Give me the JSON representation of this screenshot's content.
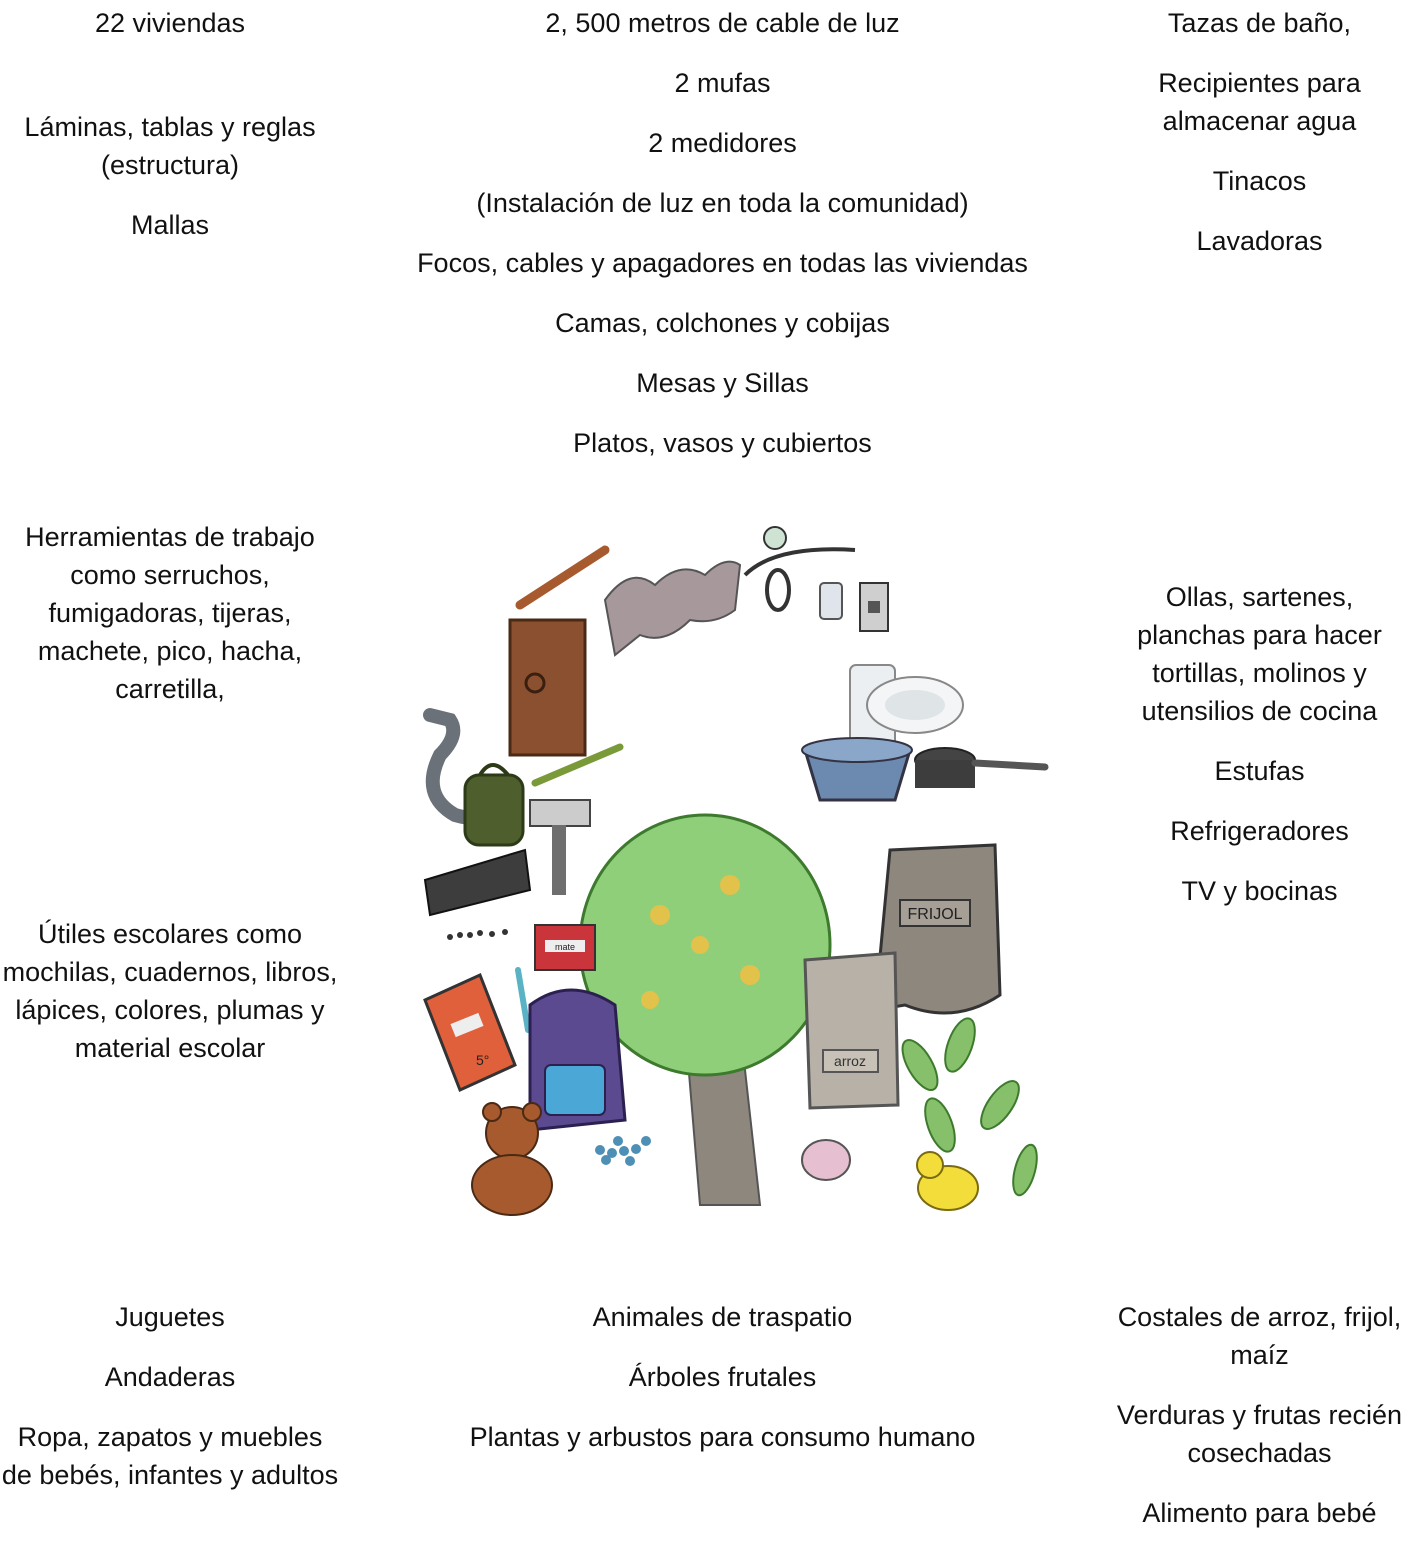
{
  "left_top": [
    "22 viviendas",
    "Láminas, tablas y reglas (estructura)",
    "Mallas"
  ],
  "mid_top": [
    "2, 500 metros de cable de luz",
    "2 mufas",
    "2 medidores",
    "(Instalación de luz en toda la comunidad)",
    "Focos, cables y apagadores en todas las viviendas",
    "Camas, colchones y cobijas",
    "Mesas y Sillas",
    "Platos, vasos y cubiertos"
  ],
  "right_top": [
    "Tazas de baño,",
    "Recipientes para almacenar agua",
    "Tinacos",
    "Lavadoras"
  ],
  "left_mid": [
    "Herramientas de trabajo como serruchos, fumigadoras, tijeras, machete, pico, hacha, carretilla,"
  ],
  "left_low": [
    "Útiles escolares como mochilas, cuadernos, libros, lápices, colores, plumas y material escolar"
  ],
  "right_mid": [
    "Ollas, sartenes, planchas para hacer tortillas, molinos y utensilios de cocina",
    "Estufas",
    "Refrigeradores",
    "TV y bocinas"
  ],
  "left_bot": [
    "Juguetes",
    "Andaderas",
    "Ropa, zapatos y muebles de bebés, infantes y adultos"
  ],
  "mid_bot": [
    "Animales de traspatio",
    "Árboles frutales",
    "Plantas y arbustos para consumo humano"
  ],
  "right_bot": [
    "Costales de arroz, frijol, maíz",
    "Verduras y frutas recién cosechadas",
    "Alimento para bebé"
  ],
  "illustration": {
    "bag1_label": "FRIJOL",
    "bag2_label": "arroz",
    "notebook_label": "mate",
    "book_label": "5°"
  }
}
